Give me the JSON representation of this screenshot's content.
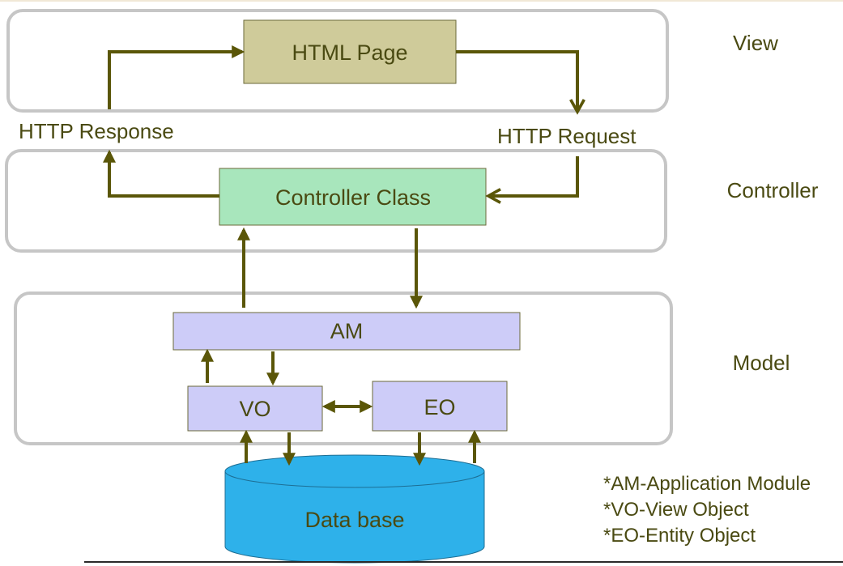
{
  "layers": {
    "view": "View",
    "controller": "Controller",
    "model": "Model"
  },
  "boxes": {
    "html_page": "HTML Page",
    "controller_class": "Controller Class",
    "am": "AM",
    "vo": "VO",
    "eo": "EO",
    "database": "Data base"
  },
  "edges": {
    "http_response": "HTTP Response",
    "http_request": "HTTP Request"
  },
  "legend": [
    "*AM-Application Module",
    "*VO-View Object",
    "*EO-Entity Object"
  ],
  "colors": {
    "text": "#4a4a12",
    "arrow": "#5a5608",
    "html_page_fill": "#cfcb9a",
    "controller_fill": "#a8e6bc",
    "model_box_fill": "#cdccf8",
    "database_fill": "#2eb1ea",
    "layer_border": "#c6c6c6"
  }
}
